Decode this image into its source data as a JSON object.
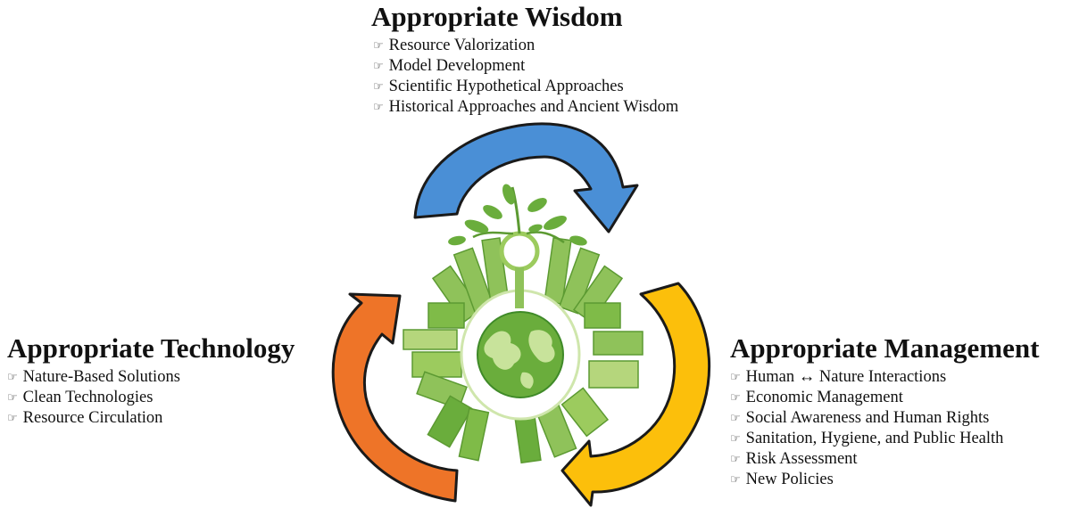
{
  "wisdom": {
    "title": "Appropriate Wisdom",
    "items": [
      "Resource Valorization",
      "Model Development",
      "Scientific Hypothetical Approaches",
      "Historical Approaches and Ancient Wisdom"
    ]
  },
  "technology": {
    "title": "Appropriate Technology",
    "items": [
      "Nature-Based Solutions",
      "Clean Technologies",
      "Resource Circulation"
    ]
  },
  "management": {
    "title": "Appropriate Management",
    "items": [
      "Human ↔ Nature Interactions",
      "Economic Management",
      "Social Awareness and Human Rights",
      "Sanitation, Hygiene, and Public Health",
      "Risk Assessment",
      "New Policies"
    ]
  },
  "bullet_glyph": "☞",
  "colors": {
    "arrow_top": "#4a8fd6",
    "arrow_left": "#ee7428",
    "arrow_right": "#fcbf0b",
    "green_light": "#9ccb5e",
    "green_mid": "#6aad3c",
    "green_dark": "#3f8a28"
  }
}
